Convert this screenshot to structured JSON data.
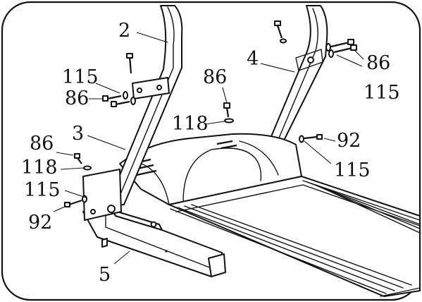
{
  "callouts": [
    {
      "id": "c2",
      "text": "2"
    },
    {
      "id": "c4",
      "text": "4"
    },
    {
      "id": "c3",
      "text": "3"
    },
    {
      "id": "c5",
      "text": "5"
    },
    {
      "id": "c86a",
      "text": "86"
    },
    {
      "id": "c115a",
      "text": "115"
    },
    {
      "id": "c86b",
      "text": "86"
    },
    {
      "id": "c118a",
      "text": "118"
    },
    {
      "id": "c86c",
      "text": "86"
    },
    {
      "id": "c115b",
      "text": "115"
    },
    {
      "id": "c86d",
      "text": "86"
    },
    {
      "id": "c118b",
      "text": "118"
    },
    {
      "id": "c115c",
      "text": "115"
    },
    {
      "id": "c92a",
      "text": "92"
    },
    {
      "id": "c92b",
      "text": "92"
    },
    {
      "id": "c115d",
      "text": "115"
    }
  ]
}
